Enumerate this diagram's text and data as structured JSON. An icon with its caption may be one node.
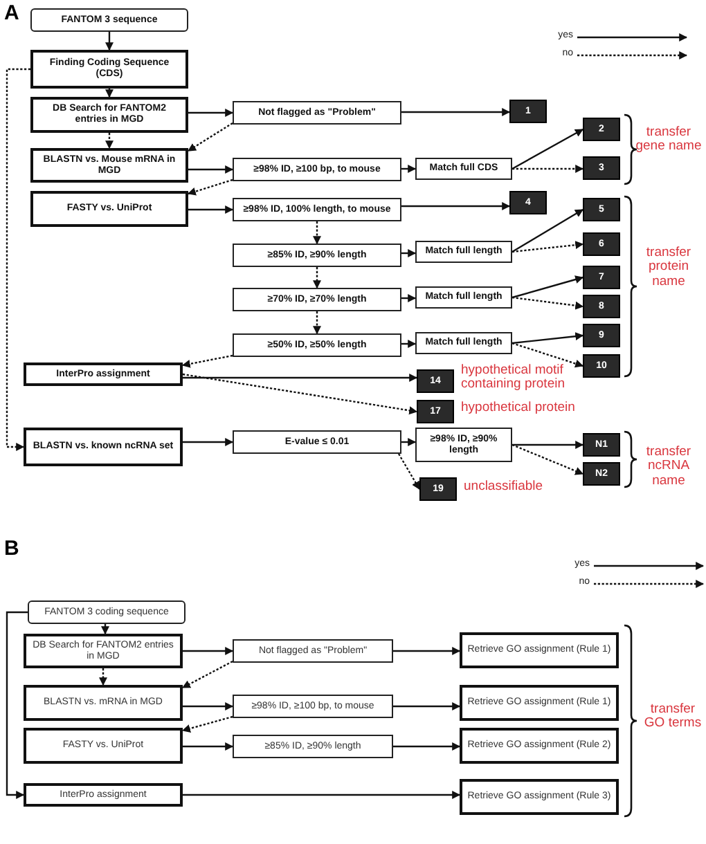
{
  "diagram": {
    "nodes": [
      {
        "text": [
          "FANTOM 3 sequence"
        ]
      },
      {
        "text": [
          "Finding Coding Sequence (CDS)"
        ]
      },
      {
        "text": [
          "DB Search for FANTOM2 entries in MGD"
        ]
      },
      {
        "text": [
          "BLASTN vs. Mouse mRNA in MGD"
        ]
      },
      {
        "text": [
          "FASTY vs. UniProt"
        ]
      },
      {
        "text": [
          "Not flagged as \"Problem\""
        ]
      },
      {
        "text": [
          "≥98% ID, ≥100 bp, to mouse"
        ]
      },
      {
        "text": [
          "≥98% ID, 100% length, to mouse"
        ]
      },
      {
        "text": [
          "≥85% ID, ≥90% length"
        ]
      },
      {
        "text": [
          "≥70% ID, ≥70% length"
        ]
      },
      {
        "text": [
          "≥50% ID, ≥50% length"
        ]
      },
      {
        "text": [
          "InterPro assignment"
        ]
      },
      {
        "text": [
          "BLASTN vs. known ncRNA set"
        ]
      },
      {
        "text": [
          "E-value ≤ 0.01"
        ]
      },
      {
        "text": [
          "Match full CDS"
        ]
      },
      {
        "text": [
          "Match full length"
        ]
      },
      {
        "text": [
          "Match full length"
        ]
      },
      {
        "text": [
          "Match full length"
        ]
      },
      {
        "text": [
          "≥98% ID, ≥90% length"
        ]
      },
      {
        "text": [
          "1"
        ]
      },
      {
        "text": [
          "2"
        ]
      },
      {
        "text": [
          "3"
        ]
      },
      {
        "text": [
          "4"
        ]
      },
      {
        "text": [
          "5"
        ]
      },
      {
        "text": [
          "6"
        ]
      },
      {
        "text": [
          "7"
        ]
      },
      {
        "text": [
          "8"
        ]
      },
      {
        "text": [
          "9"
        ]
      },
      {
        "text": [
          "10"
        ]
      },
      {
        "text": [
          "14"
        ],
        "beside": [
          "hypothetical motif containing protein"
        ]
      },
      {
        "text": [
          "17"
        ],
        "beside": [
          "hypothetical protein"
        ]
      },
      {
        "text": [
          "N1"
        ]
      },
      {
        "text": [
          "N2"
        ]
      },
      {
        "text": [
          "19"
        ],
        "beside": [
          "unclassifiable"
        ]
      },
      {
        "text": [
          "FANTOM 3 coding sequence"
        ]
      },
      {
        "text": [
          "DB Search for FANTOM2 entries in MGD"
        ]
      },
      {
        "text": [
          "BLASTN vs. mRNA in MGD"
        ]
      },
      {
        "text": [
          "FASTY vs. UniProt"
        ]
      },
      {
        "text": [
          "InterPro assignment"
        ]
      },
      {
        "text": [
          "Not flagged as \"Problem\""
        ]
      },
      {
        "text": [
          "≥98% ID, ≥100 bp, to mouse"
        ]
      },
      {
        "text": [
          "≥85% ID, ≥90% length"
        ]
      },
      {
        "text": [
          "Retrieve GO assignment (Rule 1)"
        ]
      },
      {
        "text": [
          "Retrieve GO assignment (Rule 1)"
        ]
      },
      {
        "text": [
          "Retrieve GO assignment (Rule 2)"
        ]
      },
      {
        "text": [
          "Retrieve GO assignment (Rule 3)"
        ]
      }
    ],
    "edges": [
      {
        "from": 0,
        "to": 1,
        "arrow": "to"
      },
      {
        "from": 1,
        "to": 2,
        "arrow": "to"
      },
      {
        "from": 2,
        "to": 3,
        "arrow": "to",
        "style": "dashed"
      },
      {
        "from": 2,
        "to": 5,
        "arrow": "to"
      },
      {
        "from": 5,
        "to": 3,
        "arrow": "to",
        "style": "dashed"
      },
      {
        "from": 5,
        "to": 19,
        "arrow": "to"
      },
      {
        "from": 3,
        "to": 6,
        "arrow": "to"
      },
      {
        "from": 6,
        "to": 4,
        "arrow": "to",
        "style": "dashed"
      },
      {
        "from": 6,
        "to": 14,
        "arrow": "to"
      },
      {
        "from": 14,
        "to": 20,
        "arrow": "to"
      },
      {
        "from": 14,
        "to": 21,
        "arrow": "to",
        "style": "dashed"
      },
      {
        "from": 4,
        "to": 7,
        "arrow": "to"
      },
      {
        "from": 7,
        "to": 22,
        "arrow": "to"
      },
      {
        "from": 7,
        "to": 8,
        "arrow": "to",
        "style": "dashed"
      },
      {
        "from": 8,
        "to": 15,
        "arrow": "to"
      },
      {
        "from": 15,
        "to": 23,
        "arrow": "to"
      },
      {
        "from": 15,
        "to": 24,
        "arrow": "to",
        "style": "dashed"
      },
      {
        "from": 8,
        "to": 9,
        "arrow": "to",
        "style": "dashed"
      },
      {
        "from": 9,
        "to": 16,
        "arrow": "to"
      },
      {
        "from": 16,
        "to": 25,
        "arrow": "to"
      },
      {
        "from": 16,
        "to": 26,
        "arrow": "to",
        "style": "dashed"
      },
      {
        "from": 9,
        "to": 10,
        "arrow": "to",
        "style": "dashed"
      },
      {
        "from": 10,
        "to": 17,
        "arrow": "to"
      },
      {
        "from": 17,
        "to": 27,
        "arrow": "to"
      },
      {
        "from": 17,
        "to": 28,
        "arrow": "to",
        "style": "dashed"
      },
      {
        "from": 10,
        "to": 11,
        "arrow": "to",
        "style": "dashed"
      },
      {
        "from": 11,
        "to": 29,
        "arrow": "to"
      },
      {
        "from": 11,
        "to": 30,
        "arrow": "to",
        "style": "dashed"
      },
      {
        "from": 1,
        "to": 12,
        "arrow": "to",
        "style": "dashed"
      },
      {
        "from": 12,
        "to": 13,
        "arrow": "to"
      },
      {
        "from": 13,
        "to": 18,
        "arrow": "to"
      },
      {
        "from": 13,
        "to": 33,
        "arrow": "to",
        "style": "dashed"
      },
      {
        "from": 18,
        "to": 31,
        "arrow": "to"
      },
      {
        "from": 18,
        "to": 32,
        "arrow": "to",
        "style": "dashed"
      },
      {
        "from": 34,
        "to": 35,
        "arrow": "to"
      },
      {
        "from": 34,
        "to": 38,
        "arrow": "to"
      },
      {
        "from": 35,
        "to": 39,
        "arrow": "to"
      },
      {
        "from": 39,
        "to": 36,
        "arrow": "to",
        "style": "dashed"
      },
      {
        "from": 35,
        "to": 36,
        "arrow": "to",
        "style": "dashed"
      },
      {
        "from": 36,
        "to": 40,
        "arrow": "to"
      },
      {
        "from": 40,
        "to": 37,
        "arrow": "to",
        "style": "dashed"
      },
      {
        "from": 37,
        "to": 41,
        "arrow": "to"
      },
      {
        "from": 39,
        "to": 42,
        "arrow": "to"
      },
      {
        "from": 40,
        "to": 43,
        "arrow": "to"
      },
      {
        "from": 41,
        "to": 44,
        "arrow": "to"
      },
      {
        "from": 38,
        "to": 45,
        "arrow": "to"
      }
    ],
    "labels": [
      "A",
      "transfer gene name",
      "transfer protein name",
      "transfer ncRNA name",
      "B",
      "transfer GO terms"
    ],
    "legend": [
      {
        "text": "yes"
      },
      {
        "text": "no"
      },
      {
        "text": "yes"
      },
      {
        "text": "no"
      }
    ]
  }
}
